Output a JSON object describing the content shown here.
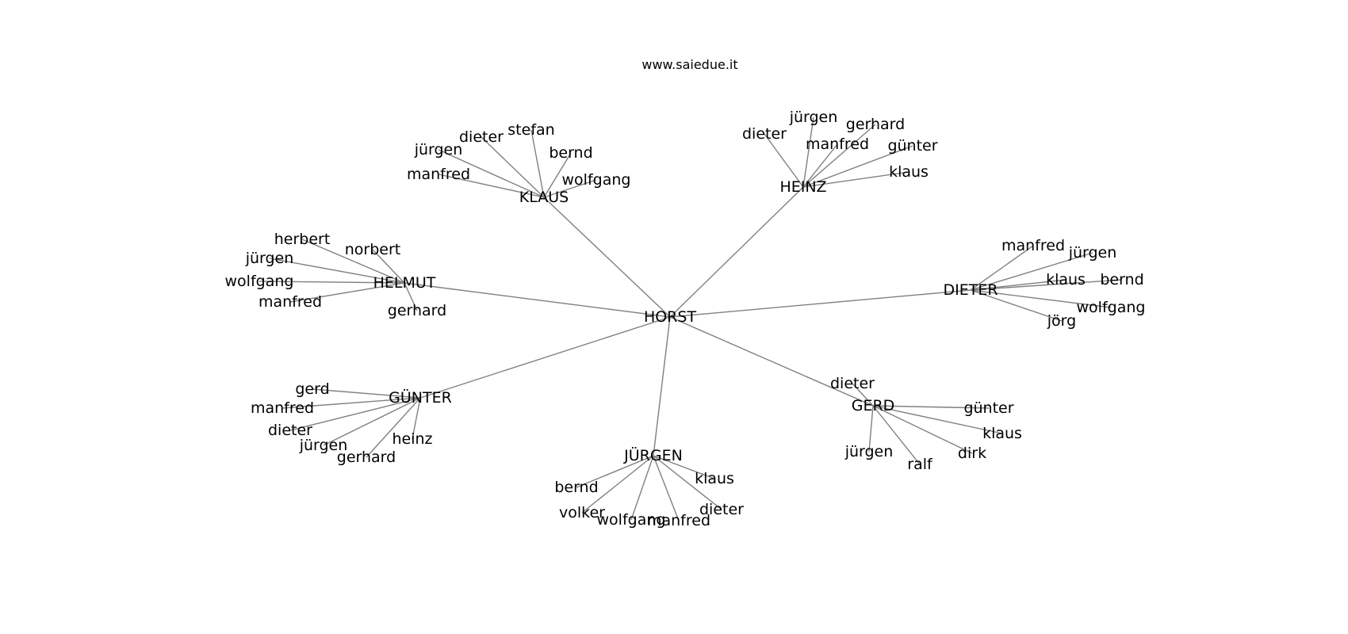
{
  "header": {
    "title": "www.saiedue.it"
  },
  "root": "HORST",
  "hubs": [
    {
      "name": "KLAUS",
      "children": [
        "dieter",
        "stefan",
        "jürgen",
        "bernd",
        "manfred",
        "wolfgang"
      ]
    },
    {
      "name": "HEINZ",
      "children": [
        "jürgen",
        "dieter",
        "gerhard",
        "manfred",
        "günter",
        "klaus"
      ]
    },
    {
      "name": "HELMUT",
      "children": [
        "herbert",
        "norbert",
        "jürgen",
        "wolfgang",
        "manfred",
        "gerhard"
      ]
    },
    {
      "name": "DIETER",
      "children": [
        "manfred",
        "jürgen",
        "klaus",
        "bernd",
        "wolfgang",
        "jörg"
      ]
    },
    {
      "name": "GÜNTER",
      "children": [
        "gerd",
        "manfred",
        "dieter",
        "jürgen",
        "gerhard",
        "heinz"
      ]
    },
    {
      "name": "JÜRGEN",
      "children": [
        "bernd",
        "klaus",
        "volker",
        "wolfgang",
        "manfred",
        "dieter"
      ]
    },
    {
      "name": "GERD",
      "children": [
        "dieter",
        "günter",
        "klaus",
        "jürgen",
        "dirk",
        "ralf"
      ]
    }
  ]
}
